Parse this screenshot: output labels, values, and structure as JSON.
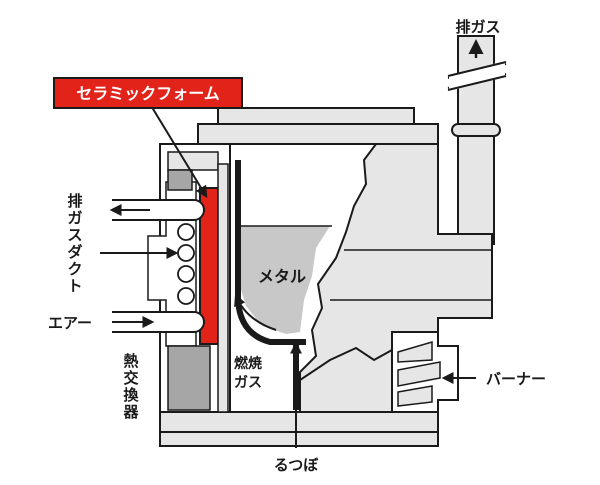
{
  "labels": {
    "exhaust_top": "排ガス",
    "ceramic_foam": "セラミックフォーム",
    "exhaust_duct": "排ガスダクト",
    "air": "エアー",
    "heat_exchanger": "熱交換器",
    "metal": "メタル",
    "combustion_gas_line1": "燃焼",
    "combustion_gas_line2": "ガス",
    "burner": "バーナー",
    "crucible": "るつぼ"
  },
  "colors": {
    "ceramic_red": "#e2231a",
    "wall_gray": "#e6e6e6",
    "metal_gray": "#c8c8c8",
    "dark_block": "#a6a6a6",
    "ink": "#1a1a1a"
  },
  "icons": {
    "arrow": "arrow-icon"
  }
}
